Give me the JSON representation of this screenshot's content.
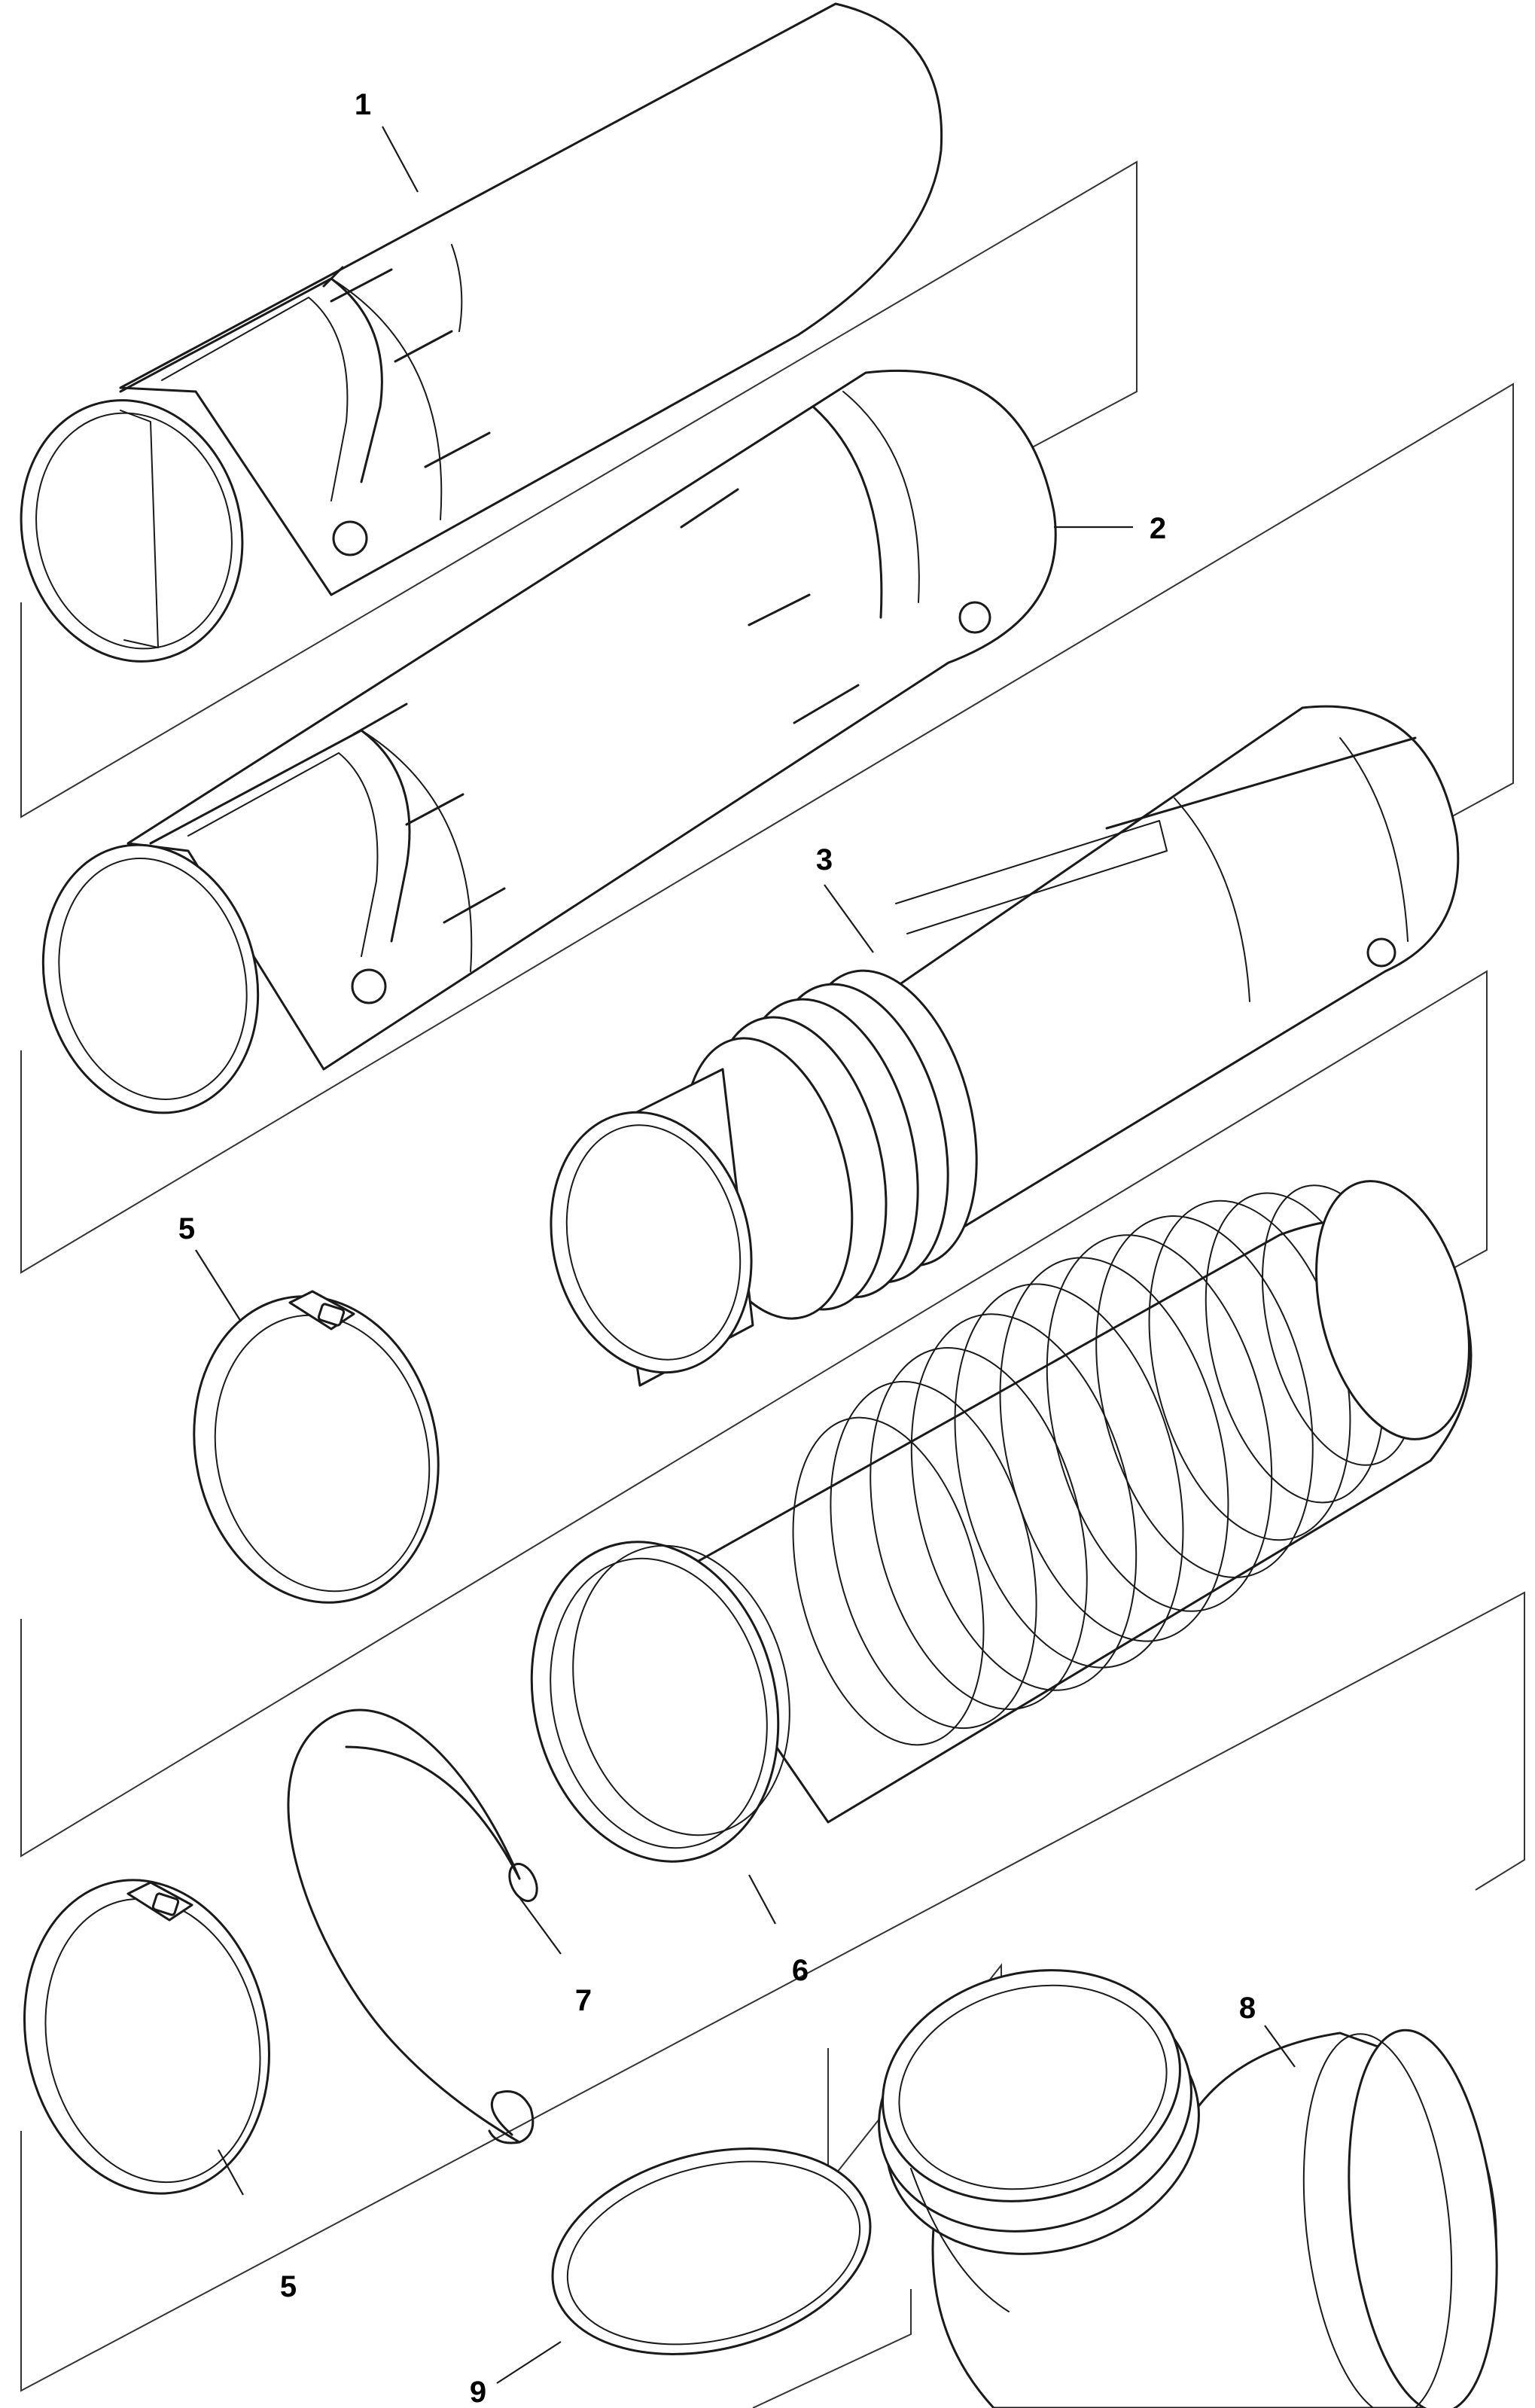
{
  "diagram": {
    "callouts": {
      "part_1": "1",
      "part_2": "2",
      "part_3": "3",
      "part_5_upper": "5",
      "part_5_lower": "5",
      "part_6": "6",
      "part_7": "7",
      "part_8": "8",
      "part_9": "9"
    }
  }
}
